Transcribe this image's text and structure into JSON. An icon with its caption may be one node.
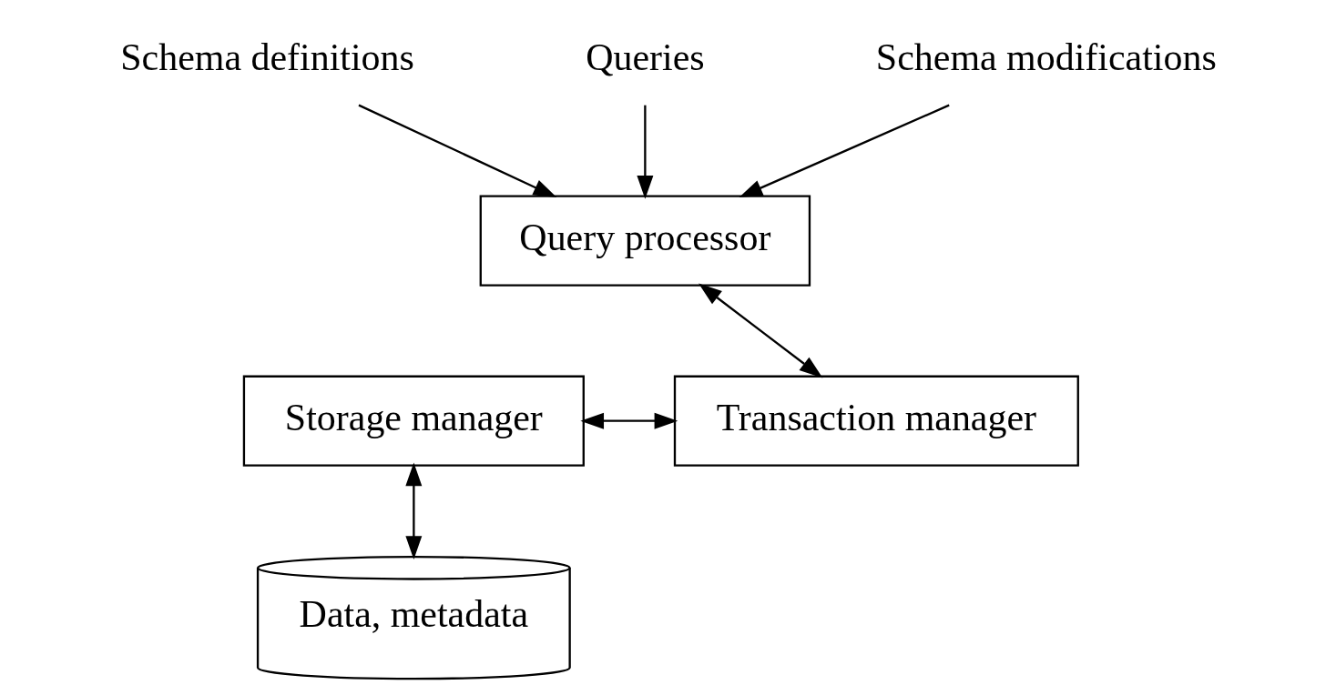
{
  "diagram": {
    "nodes": [
      {
        "text": [
          "Schema definitions"
        ]
      },
      {
        "text": [
          "Queries"
        ]
      },
      {
        "text": [
          "Schema modifications"
        ]
      },
      {
        "text": [
          "Query processor"
        ]
      },
      {
        "text": [
          "Transaction manager"
        ]
      },
      {
        "text": [
          "Storage manager"
        ]
      },
      {
        "text": [
          "Data, metadata"
        ]
      }
    ],
    "edges": [
      {
        "from": 0,
        "to": 3,
        "arrow": "to"
      },
      {
        "from": 1,
        "to": 3,
        "arrow": "to"
      },
      {
        "from": 2,
        "to": 3,
        "arrow": "to"
      },
      {
        "from": 3,
        "to": 4,
        "arrow": "both"
      },
      {
        "from": 5,
        "to": 4,
        "arrow": "both"
      },
      {
        "from": 5,
        "to": 6,
        "arrow": "both"
      }
    ]
  }
}
